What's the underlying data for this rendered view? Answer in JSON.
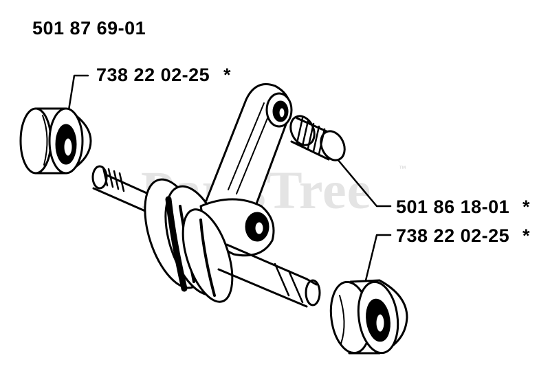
{
  "assembly_part_number": "501 87 69-01",
  "watermark": {
    "text": "PartsTree",
    "trademark": "™"
  },
  "parts": [
    {
      "id": "bearing-top-left",
      "number": "738 22 02-25",
      "marker": "*"
    },
    {
      "id": "needle-bearing",
      "number": "501 86 18-01",
      "marker": "*"
    },
    {
      "id": "bearing-bottom-right",
      "number": "738 22 02-25",
      "marker": "*"
    }
  ],
  "colors": {
    "line": "#000000",
    "background": "#ffffff",
    "watermark": "#e4e4e4"
  }
}
